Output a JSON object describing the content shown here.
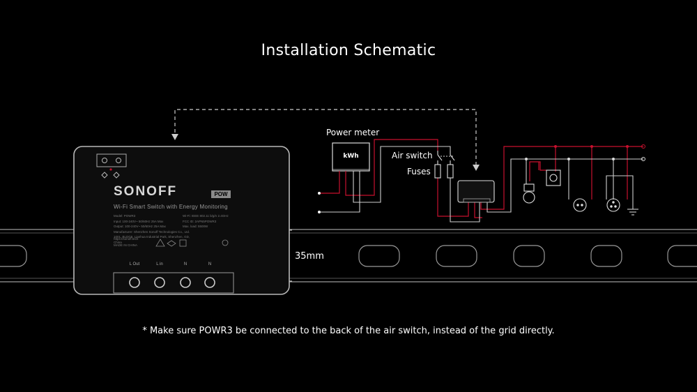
{
  "title": "Installation Schematic",
  "note": "* Make sure POWR3 be connected to the back of the air switch, instead of the grid directly.",
  "rail_dimension": "35mm",
  "labels": {
    "power_meter": "Power meter",
    "kwh": "kWh",
    "air_switch": "Air switch",
    "fuses": "Fuses"
  },
  "device": {
    "brand": "SONOFF",
    "badge": "POW",
    "subtitle": "Wi-Fi Smart Switch with Energy Monitoring",
    "spec_left": [
      "Model: POWR3",
      "Input: 100-240V~ 50/60Hz 25A Max",
      "Output: 100-240V~ 50/60Hz 25A Max",
      "Manufacturer: Shenzhen Sonoff Technologies Co., Ltd.",
      "1001, BLDG8, Lianhua Industrial Park, Shenzhen, GD, China"
    ],
    "spec_right": [
      "Wi-Fi: IEEE 802.11 b/g/n 2.4GHz",
      "FCC ID: 2APN5POWR3",
      "Max. load: 5500W"
    ],
    "website": "https://sonoff.tech",
    "made_in": "MADE IN CHINA",
    "terminals": [
      "L Out",
      "L in",
      "N",
      "N"
    ]
  },
  "colors": {
    "background": "#000000",
    "line_live": "#c8102e",
    "line_neutral": "#d6d6d6",
    "device_body": "#0d0d0d"
  }
}
